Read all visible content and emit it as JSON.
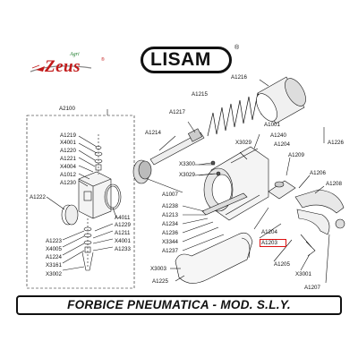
{
  "brands": {
    "left_logo_main": "Zeus",
    "left_logo_small": "Agri",
    "left_logo_mark": "®",
    "right_logo": "LISAM",
    "right_logo_mark": "®"
  },
  "title": "FORBICE PNEUMATICA - MOD. S.L.Y.",
  "parts": {
    "A2100": "A2100",
    "A1219": "A1219",
    "X4001a": "X4001",
    "A1220": "A1220",
    "A1221": "A1221",
    "X4004": "X4004",
    "A1012": "A1012",
    "A1230": "A1230",
    "A1222": "A1222",
    "A1223": "A1223",
    "X4005": "X4005",
    "A1224": "A1224",
    "X3161": "X3161",
    "X3002": "X3002",
    "A4011": "A4011",
    "A1229": "A1229",
    "A1211": "A1211",
    "X4001b": "X4001",
    "A1233": "A1233",
    "A1215": "A1215",
    "A1216": "A1216",
    "A1217": "A1217",
    "A1214": "A1214",
    "A1001": "A1001",
    "A1240": "A1240",
    "X3029a": "X3029",
    "A1204a": "A1204",
    "A1226": "A1226",
    "X3300": "X3300",
    "X3029b": "X3029",
    "A1209": "A1209",
    "A1206": "A1206",
    "A1208": "A1208",
    "A1007": "A1007",
    "A1238": "A1238",
    "A1213": "A1213",
    "A1234": "A1234",
    "A1236": "A1236",
    "X3344": "X3344",
    "A1237": "A1237",
    "A1204b": "A1204",
    "A1203": "A1203",
    "A1205": "A1205",
    "X3003": "X3003",
    "A1225": "A1225",
    "X3001": "X3001",
    "A1207": "A1207"
  },
  "highlight_color": "#dd1111",
  "brand_red": "#c21a1a",
  "brand_green": "#1b7a2a"
}
